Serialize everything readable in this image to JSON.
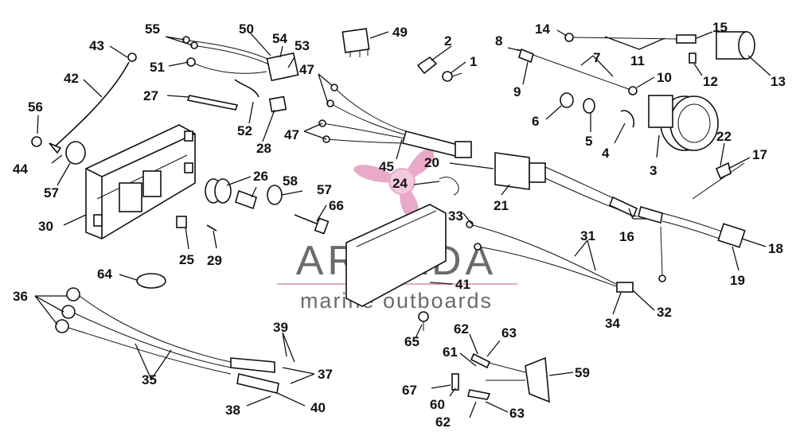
{
  "watermark": {
    "brand": "ARMADA",
    "tagline": "marine outboards",
    "accent": "#e7a6c6",
    "text_color": "#6b6b6b"
  },
  "callouts": [
    {
      "id": "c1",
      "text": "1"
    },
    {
      "id": "c2",
      "text": "2"
    },
    {
      "id": "c3",
      "text": "3"
    },
    {
      "id": "c4",
      "text": "4"
    },
    {
      "id": "c5",
      "text": "5"
    },
    {
      "id": "c6",
      "text": "6"
    },
    {
      "id": "c7",
      "text": "7"
    },
    {
      "id": "c8",
      "text": "8"
    },
    {
      "id": "c9",
      "text": "9"
    },
    {
      "id": "c10",
      "text": "10"
    },
    {
      "id": "c11",
      "text": "11"
    },
    {
      "id": "c12",
      "text": "12"
    },
    {
      "id": "c13",
      "text": "13"
    },
    {
      "id": "c14",
      "text": "14"
    },
    {
      "id": "c15",
      "text": "15"
    },
    {
      "id": "c16",
      "text": "16"
    },
    {
      "id": "c17",
      "text": "17"
    },
    {
      "id": "c18",
      "text": "18"
    },
    {
      "id": "c19",
      "text": "19"
    },
    {
      "id": "c20",
      "text": "20"
    },
    {
      "id": "c21",
      "text": "21"
    },
    {
      "id": "c22",
      "text": "22"
    },
    {
      "id": "c24",
      "text": "24"
    },
    {
      "id": "c25",
      "text": "25"
    },
    {
      "id": "c26",
      "text": "26"
    },
    {
      "id": "c27",
      "text": "27"
    },
    {
      "id": "c28",
      "text": "28"
    },
    {
      "id": "c29",
      "text": "29"
    },
    {
      "id": "c30",
      "text": "30"
    },
    {
      "id": "c31",
      "text": "31"
    },
    {
      "id": "c32",
      "text": "32"
    },
    {
      "id": "c33",
      "text": "33"
    },
    {
      "id": "c34",
      "text": "34"
    },
    {
      "id": "c35",
      "text": "35"
    },
    {
      "id": "c36",
      "text": "36"
    },
    {
      "id": "c37",
      "text": "37"
    },
    {
      "id": "c38",
      "text": "38"
    },
    {
      "id": "c39",
      "text": "39"
    },
    {
      "id": "c40",
      "text": "40"
    },
    {
      "id": "c41",
      "text": "41"
    },
    {
      "id": "c42",
      "text": "42"
    },
    {
      "id": "c43",
      "text": "43"
    },
    {
      "id": "c44",
      "text": "44"
    },
    {
      "id": "c45",
      "text": "45"
    },
    {
      "id": "c47a",
      "text": "47"
    },
    {
      "id": "c47b",
      "text": "47"
    },
    {
      "id": "c49",
      "text": "49"
    },
    {
      "id": "c50",
      "text": "50"
    },
    {
      "id": "c51",
      "text": "51"
    },
    {
      "id": "c52",
      "text": "52"
    },
    {
      "id": "c53",
      "text": "53"
    },
    {
      "id": "c54",
      "text": "54"
    },
    {
      "id": "c55",
      "text": "55"
    },
    {
      "id": "c56",
      "text": "56"
    },
    {
      "id": "c57a",
      "text": "57"
    },
    {
      "id": "c57b",
      "text": "57"
    },
    {
      "id": "c58",
      "text": "58"
    },
    {
      "id": "c59",
      "text": "59"
    },
    {
      "id": "c60",
      "text": "60"
    },
    {
      "id": "c61",
      "text": "61"
    },
    {
      "id": "c62a",
      "text": "62"
    },
    {
      "id": "c62b",
      "text": "62"
    },
    {
      "id": "c63a",
      "text": "63"
    },
    {
      "id": "c63b",
      "text": "63"
    },
    {
      "id": "c64",
      "text": "64"
    },
    {
      "id": "c65",
      "text": "65"
    },
    {
      "id": "c66",
      "text": "66"
    },
    {
      "id": "c67",
      "text": "67"
    }
  ]
}
